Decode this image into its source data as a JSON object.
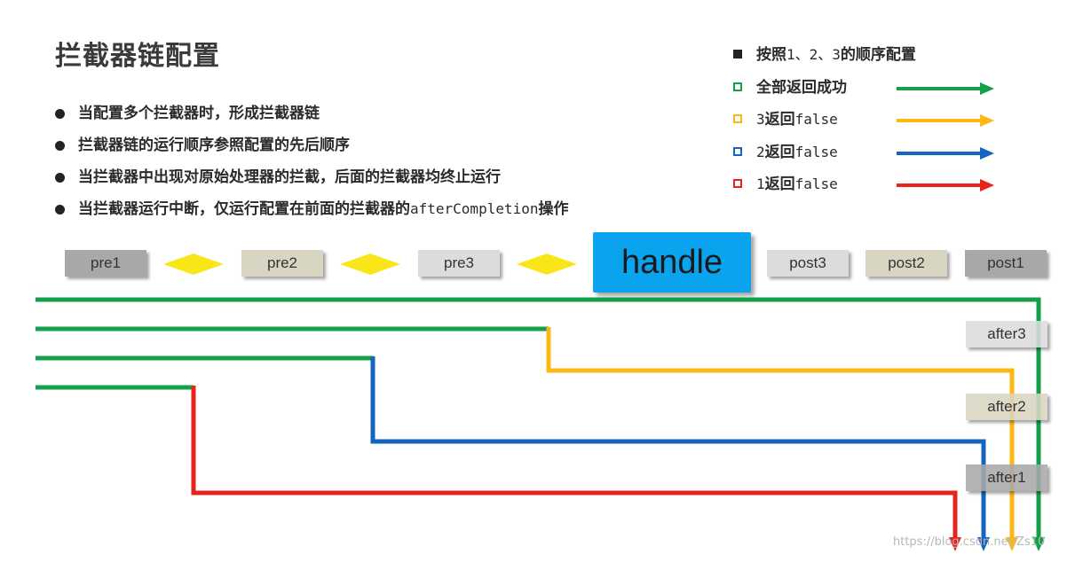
{
  "title": "拦截器链配置",
  "bullets": [
    {
      "text": "当配置多个拦截器时，形成拦截器链",
      "code": ""
    },
    {
      "text": "拦截器链的运行顺序参照配置的先后顺序",
      "code": ""
    },
    {
      "text": "当拦截器中出现对原始处理器的拦截，后面的拦截器均终止运行",
      "code": ""
    },
    {
      "text": "当拦截器运行中断，仅运行配置在前面的拦截器的",
      "code": "afterCompletion",
      "suffix": "操作"
    }
  ],
  "legend": [
    {
      "prefix": "按照",
      "mono": "1、2、3",
      "suffix": "的顺序配置",
      "color": "#222222",
      "style": "filled"
    },
    {
      "prefix": "全部返回成功",
      "mono": "",
      "suffix": "",
      "color": "#14a04a",
      "style": "outline"
    },
    {
      "prefix": "",
      "num": "3",
      "mid": "返回",
      "mono": "false",
      "color": "#fbb814",
      "style": "outline"
    },
    {
      "prefix": "",
      "num": "2",
      "mid": "返回",
      "mono": "false",
      "color": "#1565c0",
      "style": "outline"
    },
    {
      "prefix": "",
      "num": "1",
      "mid": "返回",
      "mono": "false",
      "color": "#e8231c",
      "style": "outline"
    }
  ],
  "boxes": {
    "pre1": "pre1",
    "pre2": "pre2",
    "pre3": "pre3",
    "handle": "handle",
    "post3": "post3",
    "post2": "post2",
    "post1": "post1",
    "after3": "after3",
    "after2": "after2",
    "after1": "after1"
  },
  "colors": {
    "green": "#14a04a",
    "yellow": "#fbb814",
    "blue": "#1565c0",
    "red": "#e8231c",
    "diamond": "#f9e619",
    "handle": "#0aa3ee"
  },
  "watermark": "https://blog.csdn.net/Zs10"
}
